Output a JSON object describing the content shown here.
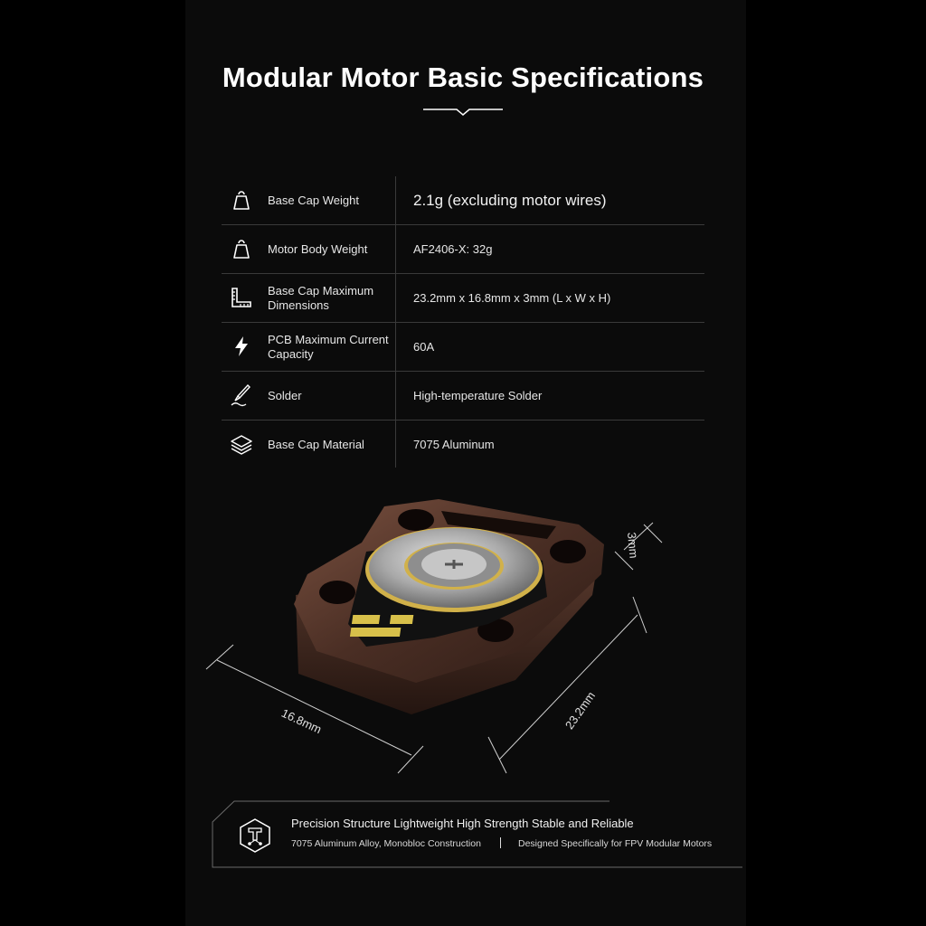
{
  "title": "Modular Motor Basic Specifications",
  "specs": [
    {
      "icon": "weight-icon",
      "label": "Base Cap Weight",
      "value": "2.1g (excluding motor wires)"
    },
    {
      "icon": "weight-icon",
      "label": "Motor Body Weight",
      "value": "AF2406-X: 32g"
    },
    {
      "icon": "ruler-square-icon",
      "label": "Base Cap Maximum Dimensions",
      "value": "23.2mm x 16.8mm x 3mm (L x W x H)"
    },
    {
      "icon": "lightning-icon",
      "label": "PCB Maximum Current Capacity",
      "value": "60A"
    },
    {
      "icon": "soldering-iron-icon",
      "label": "Solder",
      "value": "High-temperature Solder"
    },
    {
      "icon": "layers-icon",
      "label": "Base Cap Material",
      "value": "7075 Aluminum"
    }
  ],
  "dimensions": {
    "height": "3mm",
    "length": "23.2mm",
    "width": "16.8mm"
  },
  "footer": {
    "headline": "Precision Structure Lightweight High Strength Stable and Reliable",
    "sub_left": "7075 Aluminum Alloy, Monobloc Construction",
    "sub_right": "Designed Specifically for FPV Modular Motors"
  },
  "colors": {
    "background": "#000000",
    "panel": "#0b0b0b",
    "divider": "#3a3a3a",
    "metal": "#5a3a2e",
    "gold": "#d8c04a"
  }
}
